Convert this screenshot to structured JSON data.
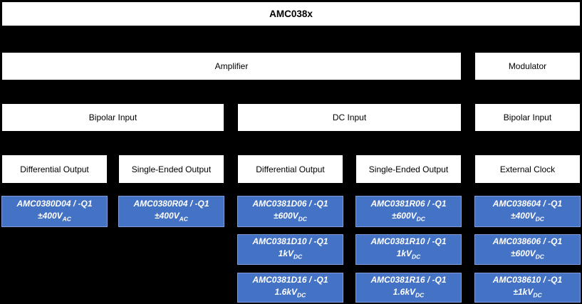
{
  "diagram": {
    "title": "AMC038x",
    "level2": {
      "amplifier": "Amplifier",
      "modulator": "Modulator"
    },
    "level3": {
      "bipolar_left": "Bipolar Input",
      "dc": "DC Input",
      "bipolar_right": "Bipolar Input"
    },
    "level4": {
      "col1": "Differential Output",
      "col2": "Single-Ended Output",
      "col3": "Differential Output",
      "col4": "Single-Ended Output",
      "col5": "External Clock"
    },
    "parts": {
      "col1": [
        {
          "name": "AMC0380D04 / -Q1",
          "rating": "±400V",
          "sub": "AC"
        }
      ],
      "col2": [
        {
          "name": "AMC0380R04 / -Q1",
          "rating": "±400V",
          "sub": "AC"
        }
      ],
      "col3": [
        {
          "name": "AMC0381D06 / -Q1",
          "rating": "±600V",
          "sub": "DC"
        },
        {
          "name": "AMC0381D10 / -Q1",
          "rating": "1kV",
          "sub": "DC"
        },
        {
          "name": "AMC0381D16 / -Q1",
          "rating": "1.6kV",
          "sub": "DC"
        }
      ],
      "col4": [
        {
          "name": "AMC0381R06 / -Q1",
          "rating": "±600V",
          "sub": "DC"
        },
        {
          "name": "AMC0381R10 / -Q1",
          "rating": "1kV",
          "sub": "DC"
        },
        {
          "name": "AMC0381R16 / -Q1",
          "rating": "1.6kV",
          "sub": "DC"
        }
      ],
      "col5": [
        {
          "name": "AMC038604 / -Q1",
          "rating": "±400V",
          "sub": "DC"
        },
        {
          "name": "AMC038606 / -Q1",
          "rating": "±600V",
          "sub": "DC"
        },
        {
          "name": "AMC038610 / -Q1",
          "rating": "±1kV",
          "sub": "DC"
        }
      ]
    },
    "colors": {
      "node_fill": "#4472C4",
      "node_border": "#7F9FDC",
      "background": "#000000",
      "label_fill": "#FFFFFF"
    }
  }
}
